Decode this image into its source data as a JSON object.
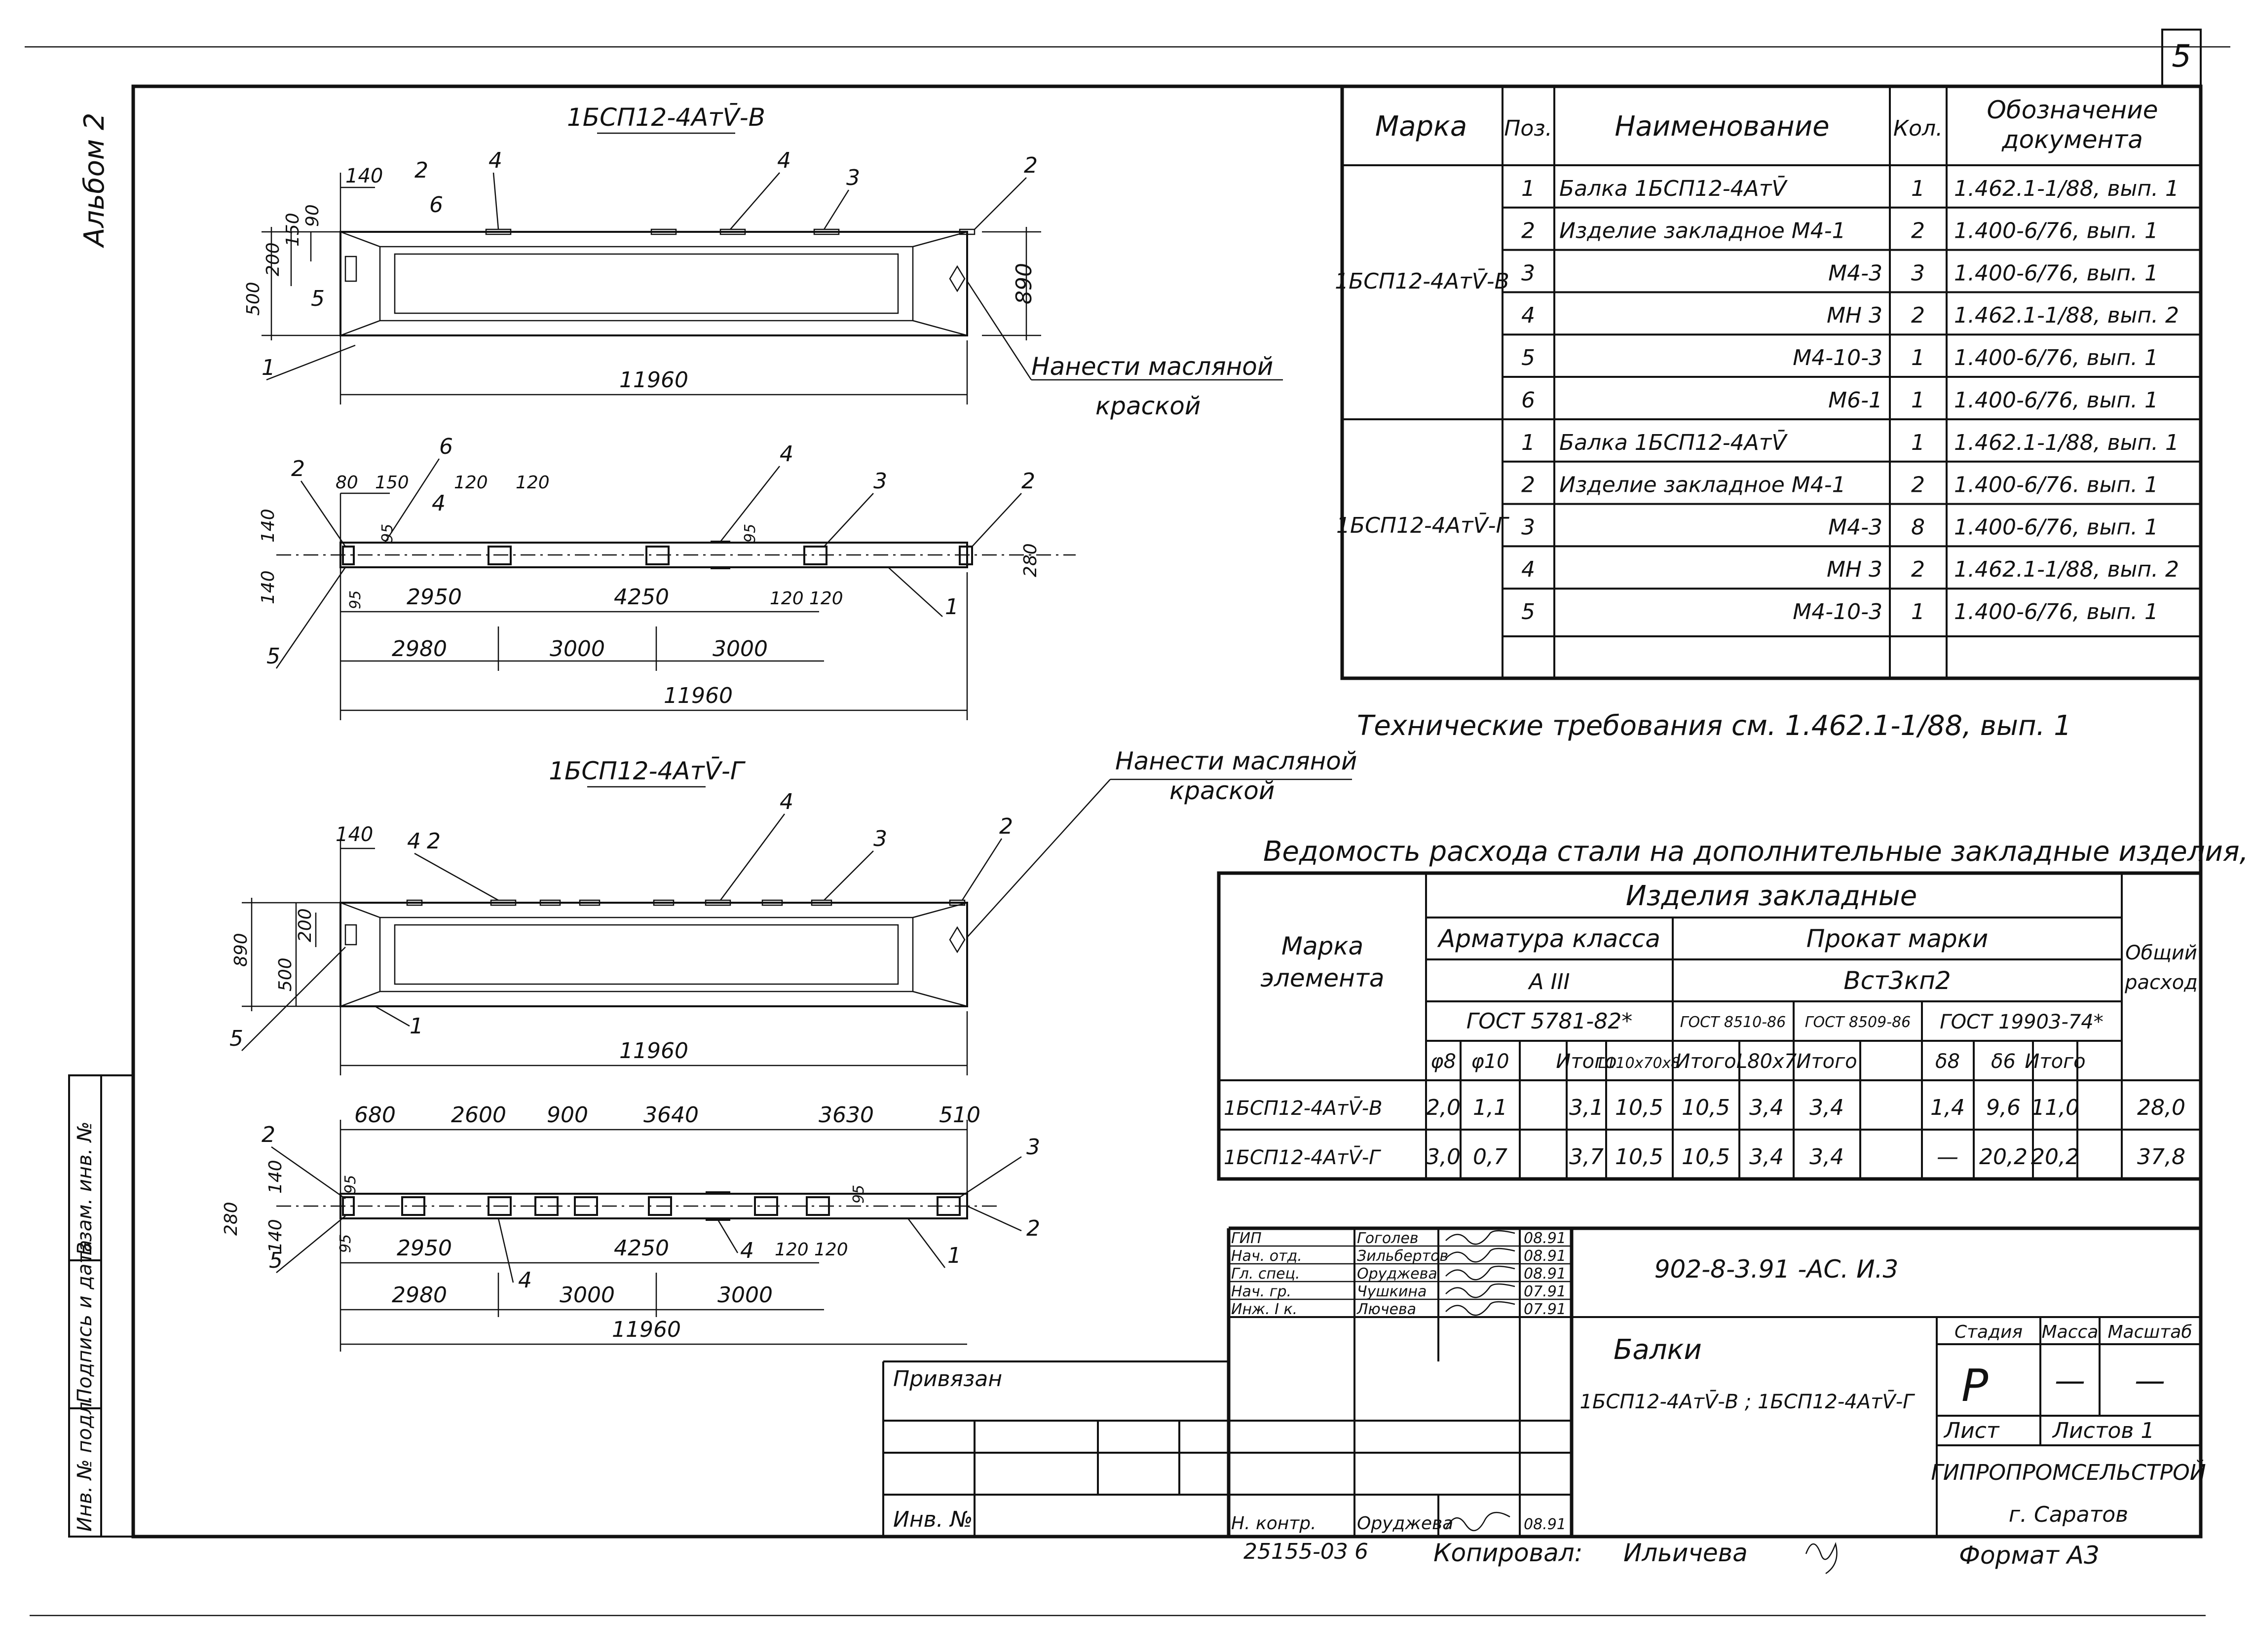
{
  "sheet_number": "5",
  "album_label": "Альбом 2",
  "left_strip": {
    "inv_podl": "Инв. № подл.",
    "podpis_data": "Подпись и дата",
    "vzam_inv": "Взам. инв. №"
  },
  "drawings": {
    "title_v": "1БСП12-4АтV̄-В",
    "title_g": "1БСП12-4АтV̄-Г",
    "note_paint_1": "Нанести масляной",
    "note_paint_2": "краской",
    "dims": {
      "v_140": "140",
      "v_150": "150",
      "v_90": "90",
      "v_200": "200",
      "v_500": "500",
      "v_890": "890",
      "v_11960": "11960",
      "p1_80": "80",
      "p1_150": "150",
      "p1_120a": "120",
      "p1_120b": "120",
      "p1_140a": "140",
      "p1_140b": "140",
      "p1_95a": "95",
      "p1_95b": "95",
      "p1_95c": "95",
      "p1_2950": "2950",
      "p1_4250": "4250",
      "p1_120c": "120",
      "p1_120d": "120",
      "p1_280": "280",
      "p1_2980": "2980",
      "p1_3000a": "3000",
      "p1_3000b": "3000",
      "p1_11960": "11960",
      "g_140": "140",
      "g_890": "890",
      "g_200": "200",
      "g_500": "500",
      "g_11960": "11960",
      "p2_680": "680",
      "p2_2600": "2600",
      "p2_900": "900",
      "p2_3640": "3640",
      "p2_3630": "3630",
      "p2_510": "510",
      "p2_140a": "140",
      "p2_140b": "140",
      "p2_280": "280",
      "p2_95a": "95",
      "p2_95b": "95",
      "p2_95c": "95",
      "p2_2950": "2950",
      "p2_4250": "4250",
      "p2_120a": "120",
      "p2_120b": "120",
      "p2_2980": "2980",
      "p2_3000a": "3000",
      "p2_3000b": "3000",
      "p2_11960": "11960"
    },
    "pos": {
      "v_1": "1",
      "v_2a": "2",
      "v_2b": "2",
      "v_3": "3",
      "v_4a": "4",
      "v_4b": "4",
      "v_5": "5",
      "v_6": "6",
      "p1_1": "1",
      "p1_2a": "2",
      "p1_2b": "2",
      "p1_3": "3",
      "p1_4a": "4",
      "p1_4b": "4",
      "p1_5": "5",
      "p1_6": "6",
      "g_1": "1",
      "g_2a": "2",
      "g_2b": "2",
      "g_3": "3",
      "g_4a": "4",
      "g_4b": "4",
      "g_5": "5",
      "p2_1": "1",
      "p2_2a": "2",
      "p2_2b": "2",
      "p2_3": "3",
      "p2_4a": "4",
      "p2_4b": "4",
      "p2_5": "5"
    }
  },
  "spec_table": {
    "headers": {
      "marka": "Марка",
      "poz": "Поз.",
      "naim": "Наименование",
      "kol": "Кол.",
      "oboz_1": "Обозначение",
      "oboz_2": "документа"
    },
    "group_v": "1БСП12-4АтV̄-В",
    "group_g": "1БСП12-4АтV̄-Г",
    "rows_v": [
      {
        "pos": "1",
        "name": "Балка 1БСП12-4АтV̄",
        "align": "left",
        "qty": "1",
        "doc": "1.462.1-1/88, вып. 1"
      },
      {
        "pos": "2",
        "name": "Изделие закладное М4-1",
        "align": "left",
        "qty": "2",
        "doc": "1.400-6/76, вып. 1"
      },
      {
        "pos": "3",
        "name": "М4-3",
        "align": "right",
        "qty": "3",
        "doc": "1.400-6/76, вып. 1"
      },
      {
        "pos": "4",
        "name": "МН 3",
        "align": "right",
        "qty": "2",
        "doc": "1.462.1-1/88, вып. 2"
      },
      {
        "pos": "5",
        "name": "М4-10-3",
        "align": "right",
        "qty": "1",
        "doc": "1.400-6/76, вып. 1"
      },
      {
        "pos": "6",
        "name": "М6-1",
        "align": "right",
        "qty": "1",
        "doc": "1.400-6/76, вып. 1"
      }
    ],
    "rows_g": [
      {
        "pos": "1",
        "name": "Балка 1БСП12-4АтV̄",
        "align": "left",
        "qty": "1",
        "doc": "1.462.1-1/88, вып. 1"
      },
      {
        "pos": "2",
        "name": "Изделие закладное М4-1",
        "align": "left",
        "qty": "2",
        "doc": "1.400-6/76. вып. 1"
      },
      {
        "pos": "3",
        "name": "М4-3",
        "align": "right",
        "qty": "8",
        "doc": "1.400-6/76, вып. 1"
      },
      {
        "pos": "4",
        "name": "МН 3",
        "align": "right",
        "qty": "2",
        "doc": "1.462.1-1/88, вып. 2"
      },
      {
        "pos": "5",
        "name": "М4-10-3",
        "align": "right",
        "qty": "1",
        "doc": "1.400-6/76, вып. 1"
      }
    ]
  },
  "tech_note": "Технические требования см. 1.462.1-1/88, вып. 1",
  "steel_table": {
    "title": "Ведомость расхода стали на дополнительные закладные изделия, кг",
    "h_marka_1": "Марка",
    "h_marka_2": "элемента",
    "h_izdeliya": "Изделия закладные",
    "h_armatura": "Арматура класса",
    "h_prokat": "Прокат марки",
    "h_a3": "А III",
    "h_vst": "Вст3кп2",
    "h_gost1": "ГОСТ 5781-82*",
    "h_gost2": "ГОСТ 8510-86",
    "h_gost3": "ГОСТ 8509-86",
    "h_gost4": "ГОСТ 19903-74*",
    "h_obsh_1": "Общий",
    "h_obsh_2": "расход",
    "cols": [
      "φ8",
      "φ10",
      "",
      "Итого",
      "L110x70x8",
      "Итого",
      "L80x7",
      "Итого",
      "δ8",
      "δ6",
      "Итого"
    ],
    "rows": [
      {
        "marka": "1БСП12-4АтV̄-В",
        "vals": [
          "2,0",
          "1,1",
          "",
          "3,1",
          "10,5",
          "10,5",
          "3,4",
          "3,4",
          "1,4",
          "9,6",
          "11,0"
        ],
        "total": "28,0"
      },
      {
        "marka": "1БСП12-4АтV̄-Г",
        "vals": [
          "3,0",
          "0,7",
          "",
          "3,7",
          "10,5",
          "10,5",
          "3,4",
          "3,4",
          "—",
          "20,2",
          "20,2"
        ],
        "total": "37,8"
      }
    ]
  },
  "title_block": {
    "code": "902-8-3.91 -АС. И.3",
    "name": "Балки",
    "marks": "1БСП12-4АтV̄-В ; 1БСП12-4АтV̄-Г",
    "stadiya_label": "Стадия",
    "massa_label": "Масса",
    "masshtab_label": "Масштаб",
    "stadiya": "Р",
    "massa": "—",
    "masshtab": "—",
    "list_label": "Лист",
    "listov_label": "Листов 1",
    "org": "ГИПРОПРОМСЕЛЬСТРОЙ",
    "city": "г. Саратов",
    "privyazan": "Привязан",
    "inv_no": "Инв. №",
    "signers": [
      {
        "role": "ГИП",
        "name": "Гоголев",
        "date": "08.91"
      },
      {
        "role": "Нач. отд.",
        "name": "Зильбертов",
        "date": "08.91"
      },
      {
        "role": "Гл. спец.",
        "name": "Оруджева",
        "date": "08.91"
      },
      {
        "role": "Нач. гр.",
        "name": "Чушкина",
        "date": "07.91"
      },
      {
        "role": "Инж. I к.",
        "name": "Лючева",
        "date": "07.91"
      }
    ],
    "nkontr_role": "Н. контр.",
    "nkontr_name": "Оруджева",
    "nkontr_date": "08.91"
  },
  "footer": {
    "copy_code": "25155-03",
    "copy_no": "6",
    "copied_label": "Копировал:",
    "copied_name": "Ильичева",
    "format": "Формат А3"
  }
}
